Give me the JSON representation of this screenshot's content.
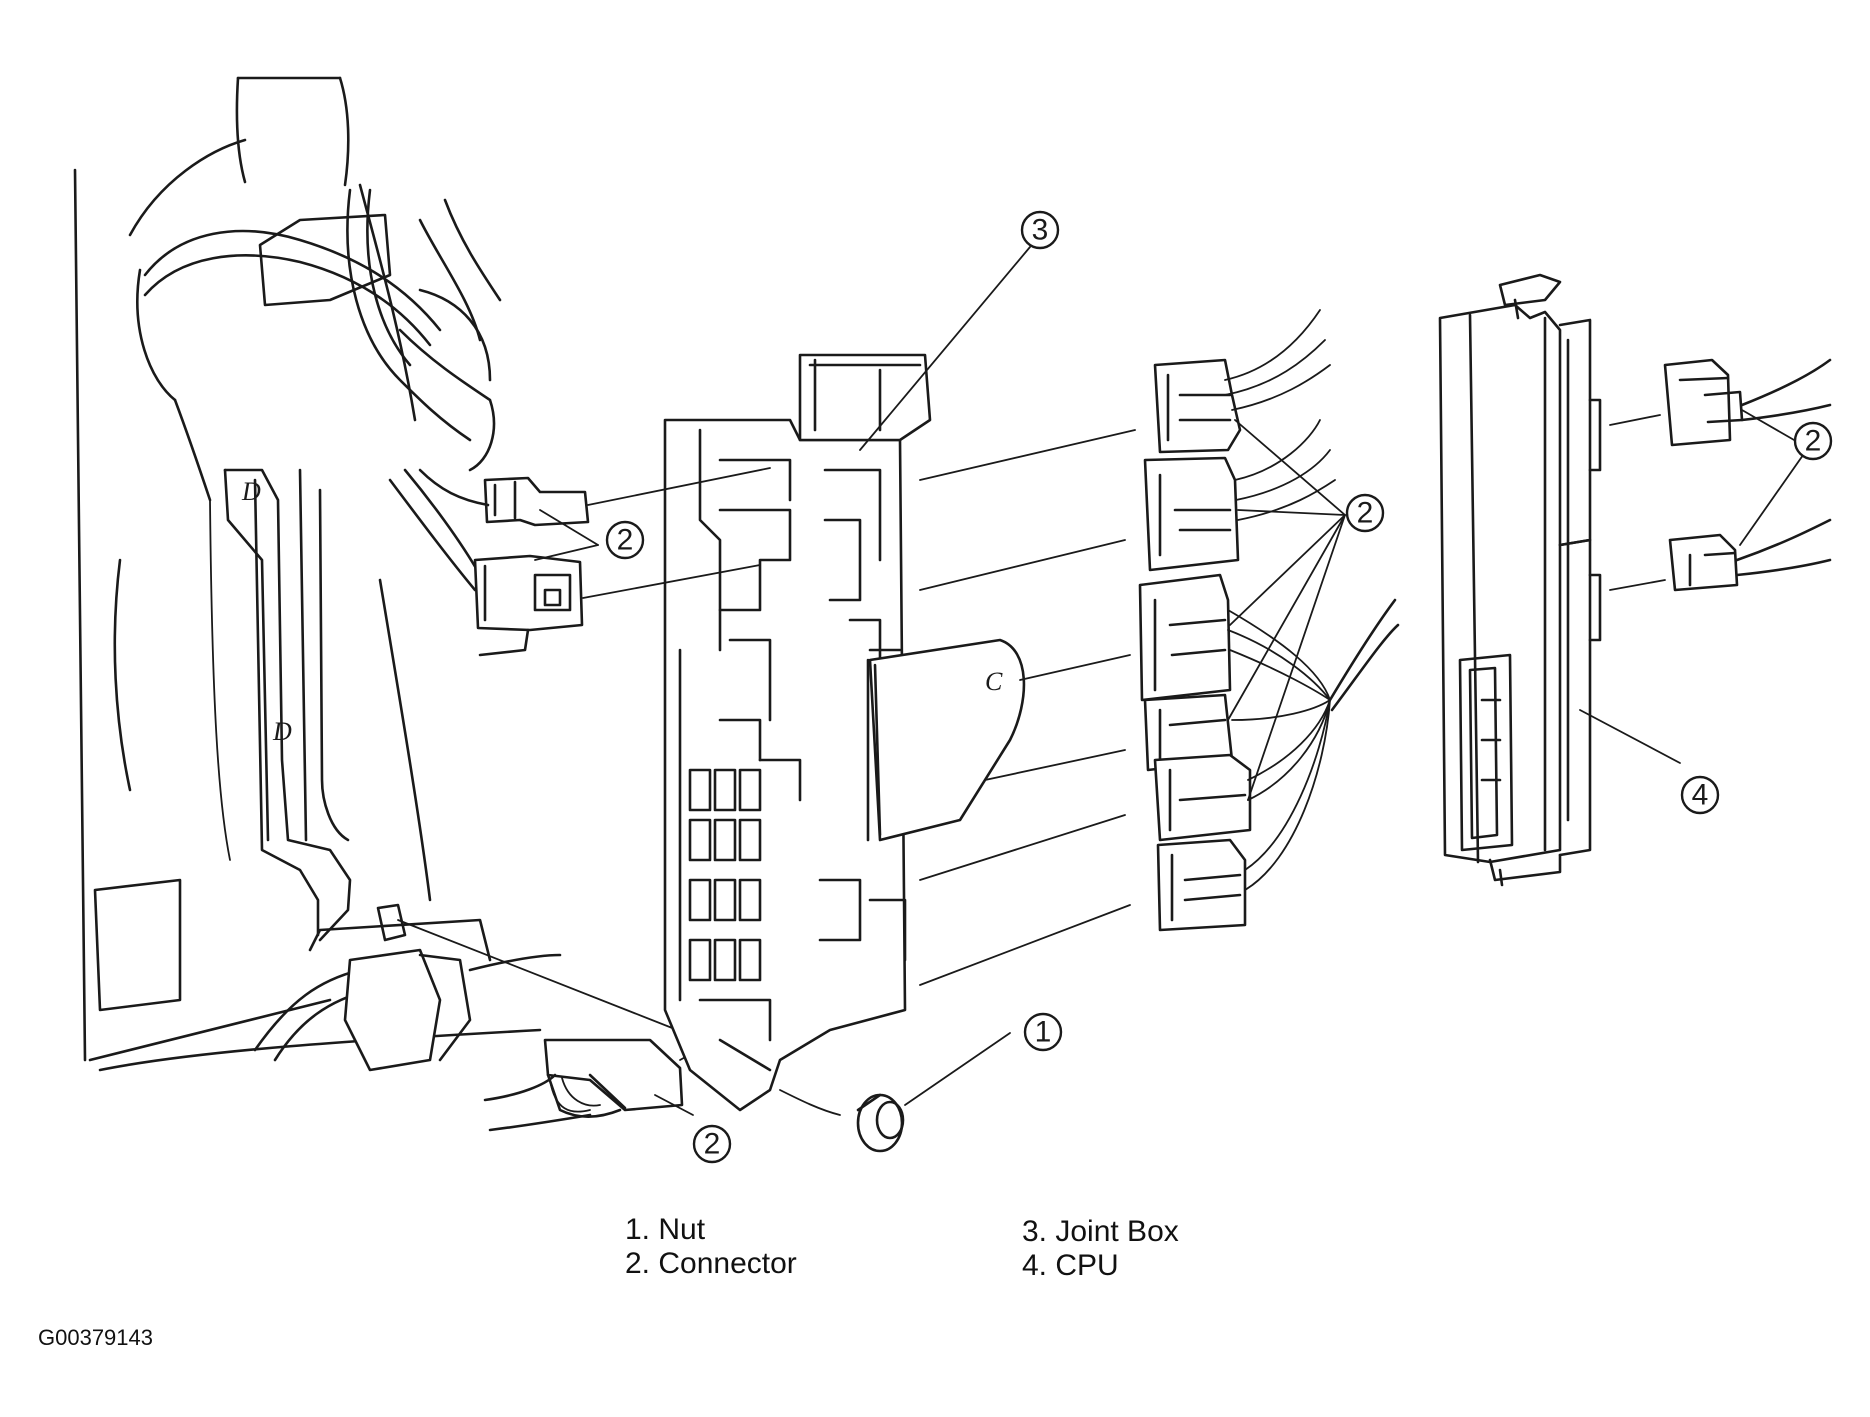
{
  "legend": {
    "items": [
      {
        "num": "1",
        "label": "1. Nut"
      },
      {
        "num": "2",
        "label": "2. Connector"
      },
      {
        "num": "3",
        "label": "3. Joint Box"
      },
      {
        "num": "4",
        "label": "4. CPU"
      }
    ]
  },
  "callouts": [
    {
      "num": "3",
      "target": "Joint Box"
    },
    {
      "num": "2",
      "target": "Connector"
    },
    {
      "num": "2",
      "target": "Connector"
    },
    {
      "num": "2",
      "target": "Connector"
    },
    {
      "num": "2",
      "target": "Connector"
    },
    {
      "num": "1",
      "target": "Nut"
    },
    {
      "num": "4",
      "target": "CPU"
    }
  ],
  "part_marks": [
    "D",
    "D",
    "C"
  ],
  "figure_id": "G00379143"
}
